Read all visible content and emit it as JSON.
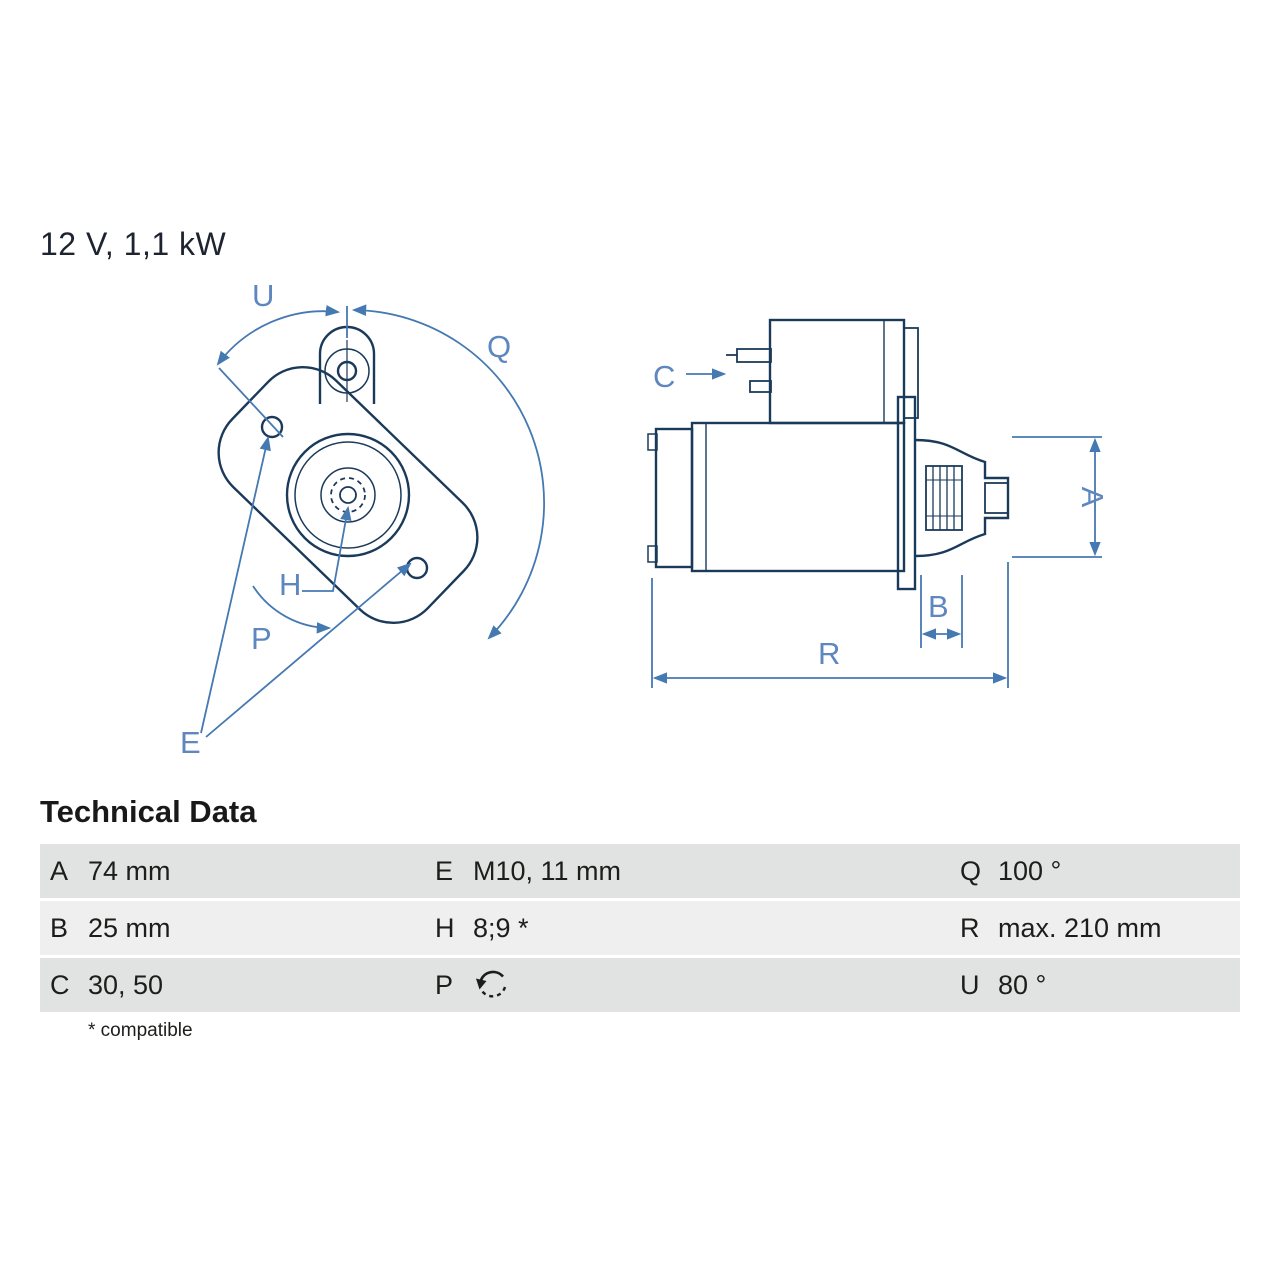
{
  "title": "12 V, 1,1 kW",
  "diagram": {
    "front_labels": {
      "U": "U",
      "Q": "Q",
      "H": "H",
      "P": "P",
      "E": "E"
    },
    "side_labels": {
      "C": "C",
      "A": "A",
      "B": "B",
      "R": "R"
    }
  },
  "table": {
    "heading": "Technical Data",
    "footnote": "* compatible",
    "rows": [
      {
        "c0k": "A",
        "c0v": "74 mm",
        "c1k": "E",
        "c1v": "M10, 11 mm",
        "c2k": "Q",
        "c2v": "100 °"
      },
      {
        "c0k": "B",
        "c0v": "25 mm",
        "c1k": "H",
        "c1v": "8;9 *",
        "c2k": "R",
        "c2v": "max. 210 mm"
      },
      {
        "c0k": "C",
        "c0v": "30, 50",
        "c1k": "P",
        "c1v": "",
        "c2k": "U",
        "c2v": "80 °"
      }
    ],
    "p_icon": "rotation-ccw-icon"
  },
  "colors": {
    "drawing_stroke": "#1b3a5a",
    "dimension_blue": "#4579b2",
    "label_blue": "#5e86bf",
    "row_dark": "#e1e2e2",
    "row_light": "#efefef"
  }
}
